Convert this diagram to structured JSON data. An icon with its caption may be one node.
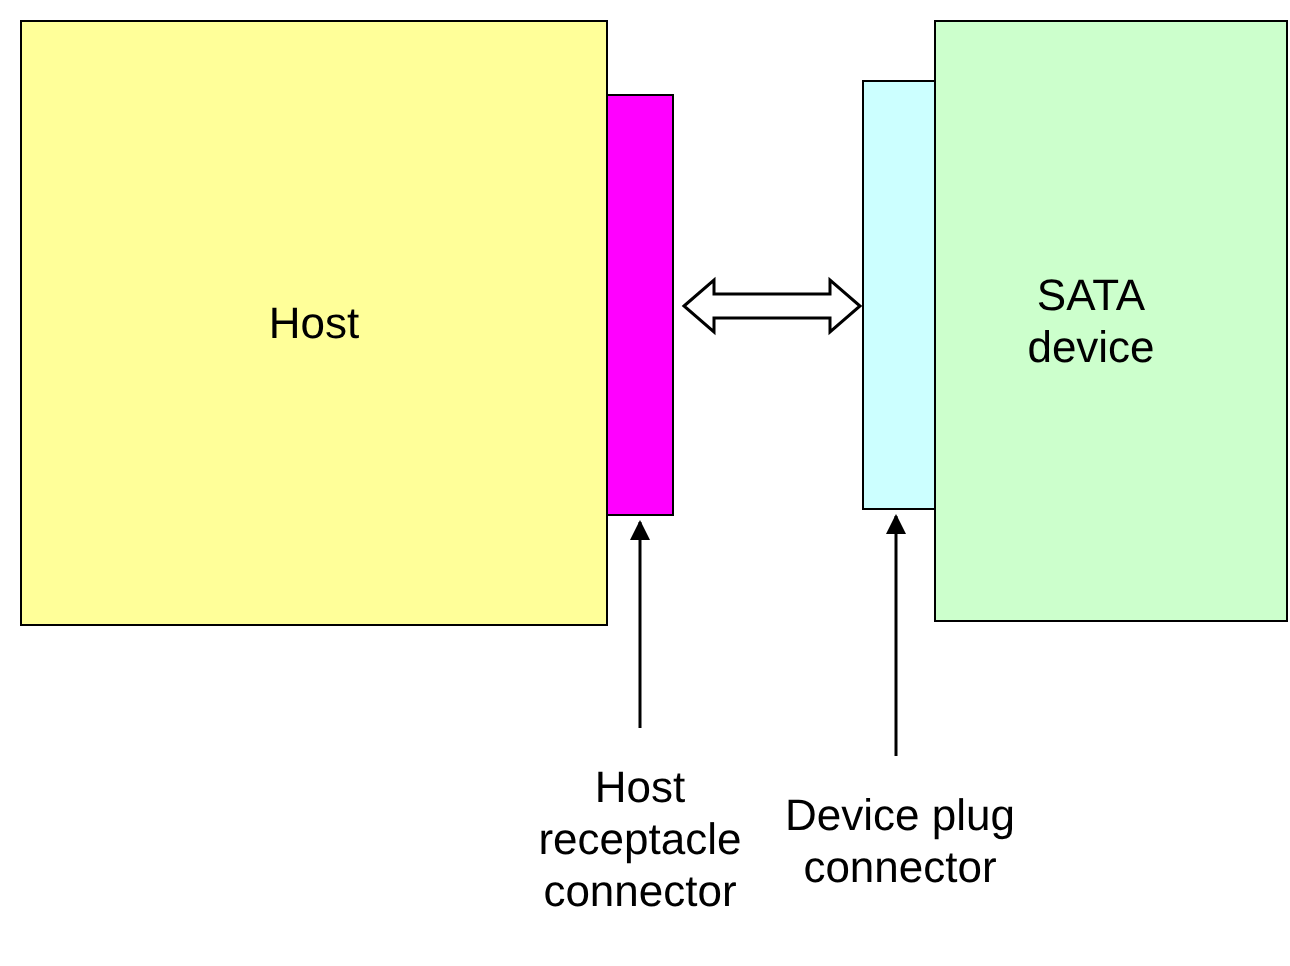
{
  "diagram": {
    "nodes": [
      {
        "text": [
          "Host"
        ]
      },
      {
        "text": [],
        "shape": "box"
      },
      {
        "text": [],
        "shape": "box"
      },
      {
        "text": [
          "SATA device"
        ]
      },
      {
        "text": [
          "Host receptacle connector"
        ]
      },
      {
        "text": [
          "Device plug connector"
        ]
      }
    ],
    "edges": [
      {
        "from": 1,
        "to": 2,
        "arrow": "both"
      },
      {
        "from": 4,
        "to": 1,
        "arrow": "to"
      },
      {
        "from": 5,
        "to": 2,
        "arrow": "to"
      }
    ]
  }
}
